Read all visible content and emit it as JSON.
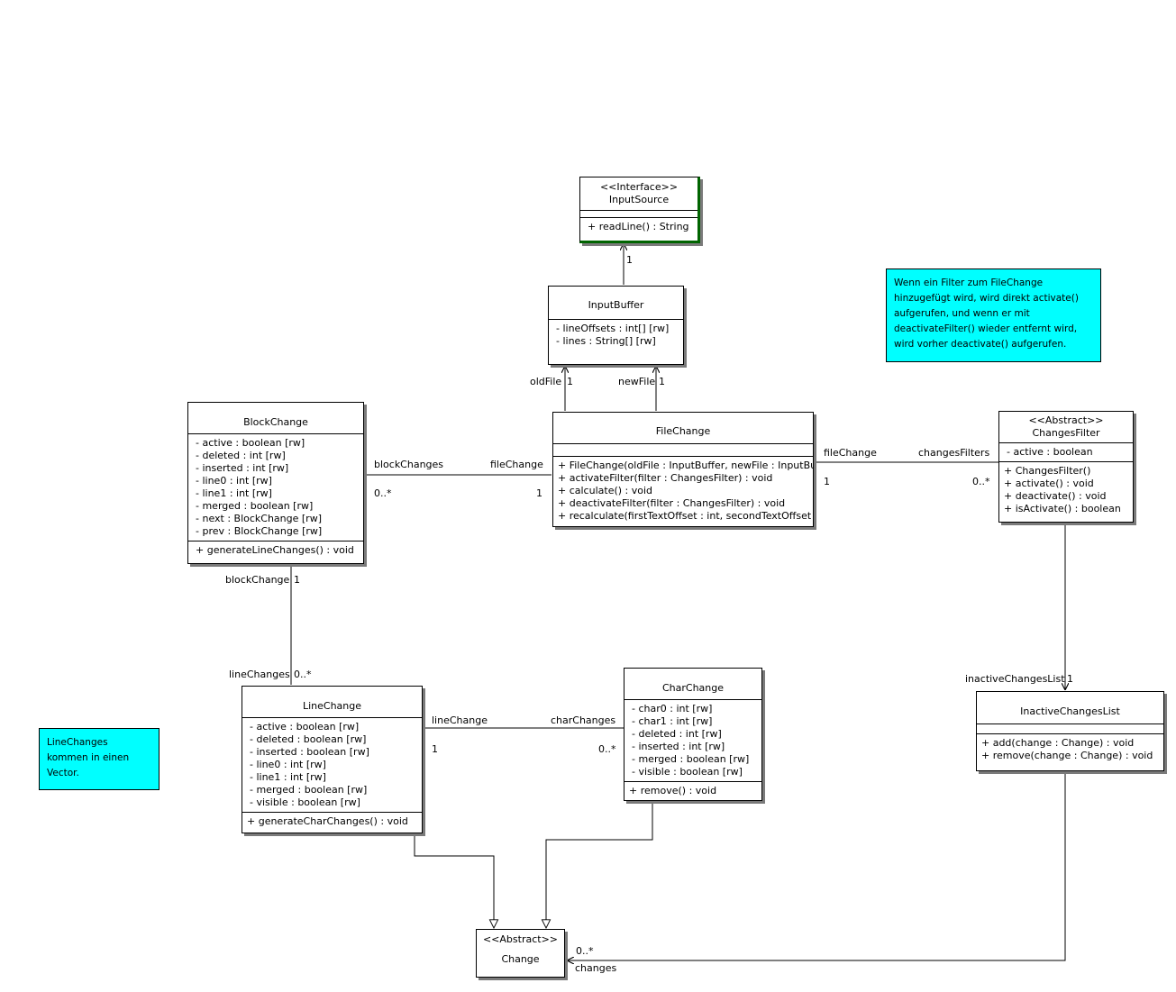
{
  "classes": {
    "input_source": {
      "stereotype": "<<Interface>>",
      "name": "InputSource",
      "attributes": [],
      "operations": [
        "+ readLine() : String"
      ],
      "accent_color": "#006400"
    },
    "input_buffer": {
      "name": "InputBuffer",
      "attributes": [
        "- lineOffsets : int[] [rw]",
        "- lines : String[] [rw]"
      ],
      "operations": []
    },
    "block_change": {
      "name": "BlockChange",
      "attributes": [
        "- active : boolean [rw]",
        "- deleted : int [rw]",
        "- inserted : int [rw]",
        "- line0 : int [rw]",
        "- line1 : int [rw]",
        "- merged : boolean [rw]",
        "- next : BlockChange [rw]",
        "- prev : BlockChange [rw]"
      ],
      "operations": [
        "+ generateLineChanges() : void"
      ]
    },
    "file_change": {
      "name": "FileChange",
      "attributes": [],
      "operations": [
        "+ FileChange(oldFile : InputBuffer, newFile : InputBuffer)",
        "+ activateFilter(filter : ChangesFilter) : void",
        "+ calculate() : void",
        "+ deactivateFilter(filter : ChangesFilter) : void",
        "+ recalculate(firstTextOffset : int, secondTextOffset : int)"
      ]
    },
    "changes_filter": {
      "stereotype": "<<Abstract>>",
      "name": "ChangesFilter",
      "attributes": [
        "- active : boolean"
      ],
      "operations": [
        "+ ChangesFilter()",
        "+ activate() : void",
        "+ deactivate() : void",
        "+ isActivate() : boolean"
      ]
    },
    "line_change": {
      "name": "LineChange",
      "attributes": [
        "- active : boolean [rw]",
        "- deleted : boolean [rw]",
        "- inserted : boolean [rw]",
        "- line0 : int [rw]",
        "- line1 : int [rw]",
        "- merged : boolean [rw]",
        "- visible : boolean [rw]"
      ],
      "operations": [
        "+ generateCharChanges() : void"
      ]
    },
    "char_change": {
      "name": "CharChange",
      "attributes": [
        "- char0 : int [rw]",
        "- char1 : int [rw]",
        "- deleted : int [rw]",
        "- inserted : int [rw]",
        "- merged : boolean [rw]",
        "- visible : boolean [rw]"
      ],
      "operations": [
        "+ remove() : void"
      ]
    },
    "inactive_changes_list": {
      "name": "InactiveChangesList",
      "attributes": [],
      "operations": [
        "+ add(change : Change) : void",
        "+ remove(change : Change) : void"
      ]
    },
    "change": {
      "stereotype": "<<Abstract>>",
      "name": "Change"
    }
  },
  "labels": {
    "buffer_source_mult": "1",
    "old_file_role": "oldFile",
    "old_file_mult": "1",
    "new_file_role": "newFile",
    "new_file_mult": "1",
    "block_changes_role": "blockChanges",
    "block_changes_mult": "0..*",
    "file_change_role_left": "fileChange",
    "file_change_mult_left": "1",
    "file_change_role_right": "fileChange",
    "file_change_mult_right": "1",
    "changes_filters_role": "changesFilters",
    "changes_filters_mult": "0..*",
    "block_change_role": "blockChange",
    "block_change_mult": "1",
    "line_changes_role": "lineChanges",
    "line_changes_mult": "0..*",
    "line_change_role": "lineChange",
    "line_change_mult": "1",
    "char_changes_role": "charChanges",
    "char_changes_mult": "0..*",
    "inactive_list_role": "inactiveChangesList",
    "inactive_list_mult": "1",
    "changes_mult": "0..*",
    "changes_role": "changes"
  },
  "notes": {
    "filter_note": "Wenn ein Filter zum FileChange hinzugefügt wird, wird direkt activate() aufgerufen, und wenn er mit deactivateFilter() wieder entfernt wird, wird vorher deactivate() aufgerufen.",
    "vector_note": "LineChanges kommen in einen Vector.",
    "note_color": "#00ffff"
  }
}
